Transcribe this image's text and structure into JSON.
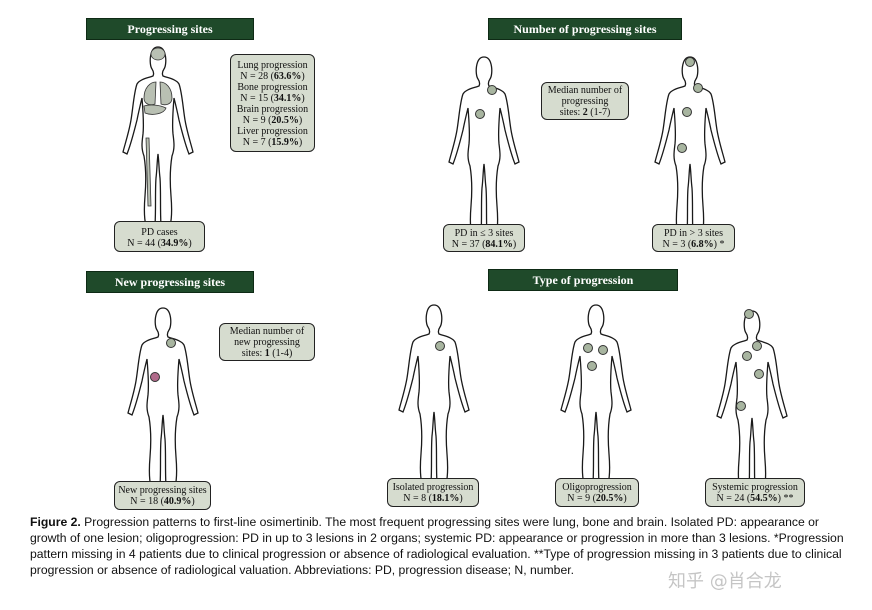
{
  "headers": {
    "progressing_sites": "Progressing sites",
    "number_of_progressing_sites": "Number of progressing sites",
    "new_progressing_sites": "New progressing sites",
    "type_of_progression": "Type of progression"
  },
  "progressing_sites": {
    "breakdown": [
      {
        "label": "Lung progression",
        "value": "N = 28 (",
        "pct": "63.6%",
        "close": ")"
      },
      {
        "label": "Bone progression",
        "value": "N = 15 (",
        "pct": "34.1%",
        "close": ")"
      },
      {
        "label": "Brain progression",
        "value": "N = 9 (",
        "pct": "20.5%",
        "close": ")"
      },
      {
        "label": "Liver progression",
        "value": "N = 7 (",
        "pct": "15.9%",
        "close": ")"
      }
    ],
    "pd_cases_label": "PD cases",
    "pd_cases_value": "N = 44 (",
    "pd_cases_pct": "34.9%",
    "pd_cases_close": ")"
  },
  "number_of_sites": {
    "median_line1": "Median number of",
    "median_line2": "progressing",
    "median_line3_prefix": "sites: ",
    "median_value": "2",
    "median_range": " (1-7)",
    "le3_label": "PD in ≤ 3 sites",
    "le3_value": "N = 37 (",
    "le3_pct": "84.1%",
    "le3_close": ")",
    "gt3_label": "PD in > 3 sites",
    "gt3_value": "N = 3 (",
    "gt3_pct": "6.8%",
    "gt3_close": ") *"
  },
  "new_sites": {
    "median_line1": "Median number of",
    "median_line2": "new progressing",
    "median_line3_prefix": "sites: ",
    "median_value": "1",
    "median_range": " (1-4)",
    "label": "New progressing sites",
    "value": "N = 18 (",
    "pct": "40.9%",
    "close": ")"
  },
  "type_of_progression": {
    "isolated_label": "Isolated progression",
    "isolated_value": "N = 8 (",
    "isolated_pct": "18.1%",
    "isolated_close": ")",
    "oligo_label": "Oligoprogression",
    "oligo_value": "N = 9 (",
    "oligo_pct": "20.5%",
    "oligo_close": ")",
    "systemic_label": "Systemic progression",
    "systemic_value": "N = 24 (",
    "systemic_pct": "54.5%",
    "systemic_close": ") **"
  },
  "caption": {
    "lead": "Figure 2.",
    "text": " Progression patterns to first-line osimertinib. The most frequent progressing sites were lung, bone and brain. Isolated PD: appearance or growth of one lesion; oligoprogression: PD in up to 3 lesions in 2 organs; systemic PD: appearance or progression in more than 3 lesions. *Progression pattern missing in 4 patients due to clinical progression or absence of radiological evaluation. **Type of progression missing in 3 patients due to clinical progression or absence of radiological valuation. Abbreviations: PD, progression disease; N, number."
  },
  "watermark": "知乎 @肖合龙",
  "colors": {
    "header_bg": "#1f4a2a",
    "box_bg": "#d6dccf",
    "lesion": "#a8b5a0",
    "new_lesion": "#b06a8a",
    "organ": "#b9c0b3"
  },
  "icons": [
    "human-body-outline",
    "lesion-dot",
    "anatomy-organs"
  ]
}
